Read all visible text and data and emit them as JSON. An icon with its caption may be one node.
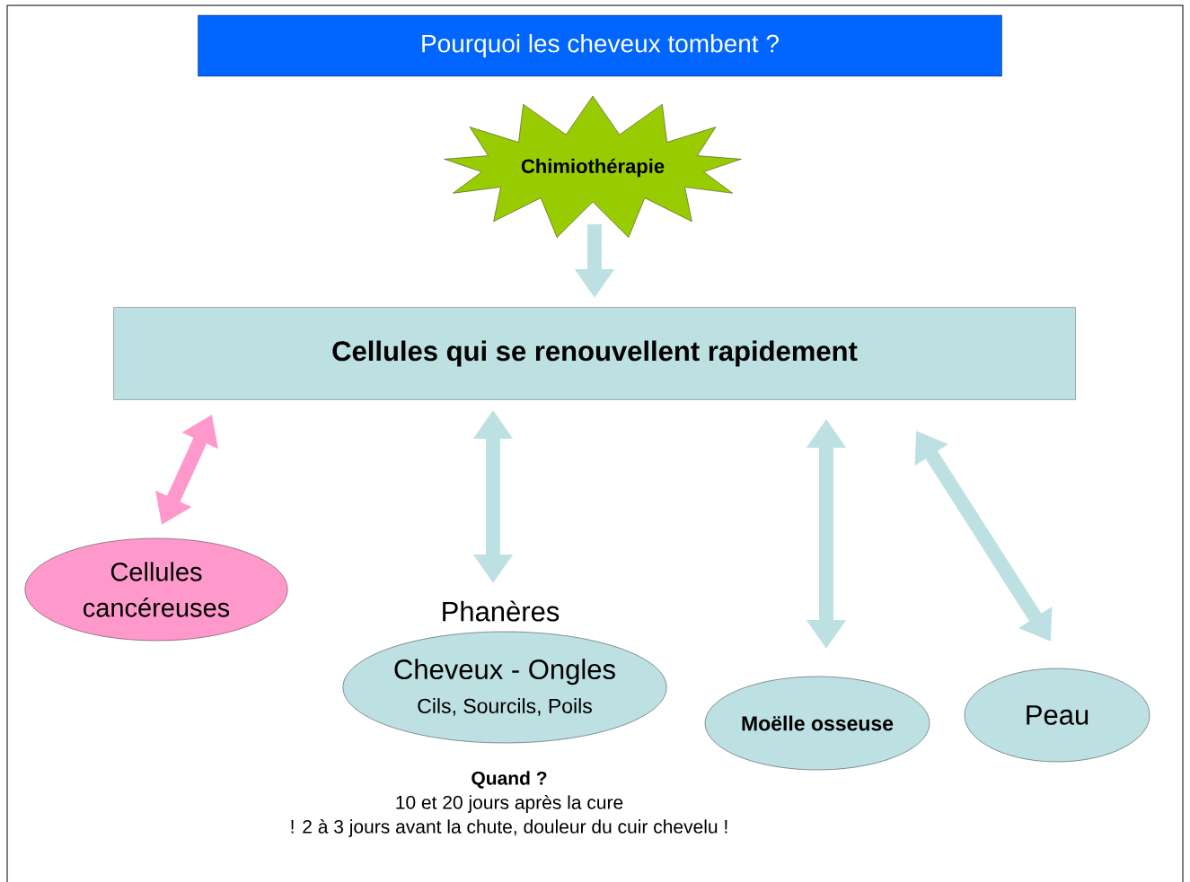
{
  "diagram": {
    "title": "Pourquoi les cheveux tombent ?",
    "nodes": [
      {
        "text": [
          "Chimiothérapie"
        ]
      },
      {
        "text": [
          "Cellules qui se renouvellent rapidement"
        ]
      },
      {
        "text": [
          "Cellules cancéreuses"
        ]
      },
      {
        "text": [
          "Phanères",
          "Cheveux - Ongles",
          "Cils, Sourcils, Poils"
        ],
        "beside": [
          "Quand ?",
          "10 et 20 jours après la cure",
          "! 2 à 3 jours avant la chute, douleur du cuir chevelu !"
        ]
      },
      {
        "text": [
          "Moëlle osseuse"
        ]
      },
      {
        "text": [
          "Peau"
        ]
      }
    ],
    "edges": [
      {
        "from": 0,
        "to": 1,
        "arrow": "to"
      },
      {
        "from": 1,
        "to": 2,
        "arrow": "both",
        "color": "#ff99cc"
      },
      {
        "from": 1,
        "to": 3,
        "arrow": "both"
      },
      {
        "from": 1,
        "to": 4,
        "arrow": "both"
      },
      {
        "from": 1,
        "to": 5,
        "arrow": "both"
      }
    ]
  }
}
